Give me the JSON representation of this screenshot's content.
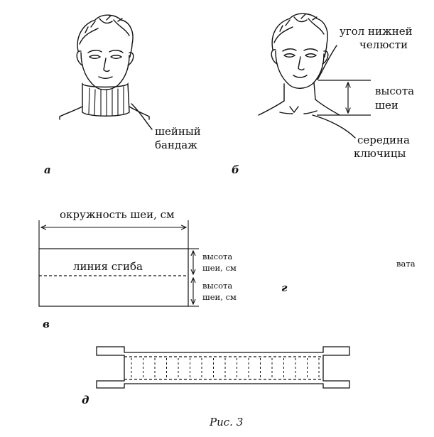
{
  "figure": {
    "caption": "Рис. 3"
  },
  "panel_a": {
    "letter": "а",
    "label_line1": "шейный",
    "label_line2": "бандаж"
  },
  "panel_b": {
    "letter": "б",
    "jaw_line1": "угол нижней",
    "jaw_line2": "челюсти",
    "height_line1": "высота",
    "height_line2": "шеи",
    "clav_line1": "середина",
    "clav_line2": "ключицы"
  },
  "panel_v": {
    "letter": "в",
    "circumference": "окружность шеи, см",
    "fold_line": "линия сгиба",
    "height1_line1": "высота",
    "height1_line2": "шеи, см",
    "height2_line1": "высота",
    "height2_line2": "шеи, см"
  },
  "panel_g": {
    "letter": "г",
    "vata": "вата"
  },
  "panel_d": {
    "letter": "д"
  }
}
